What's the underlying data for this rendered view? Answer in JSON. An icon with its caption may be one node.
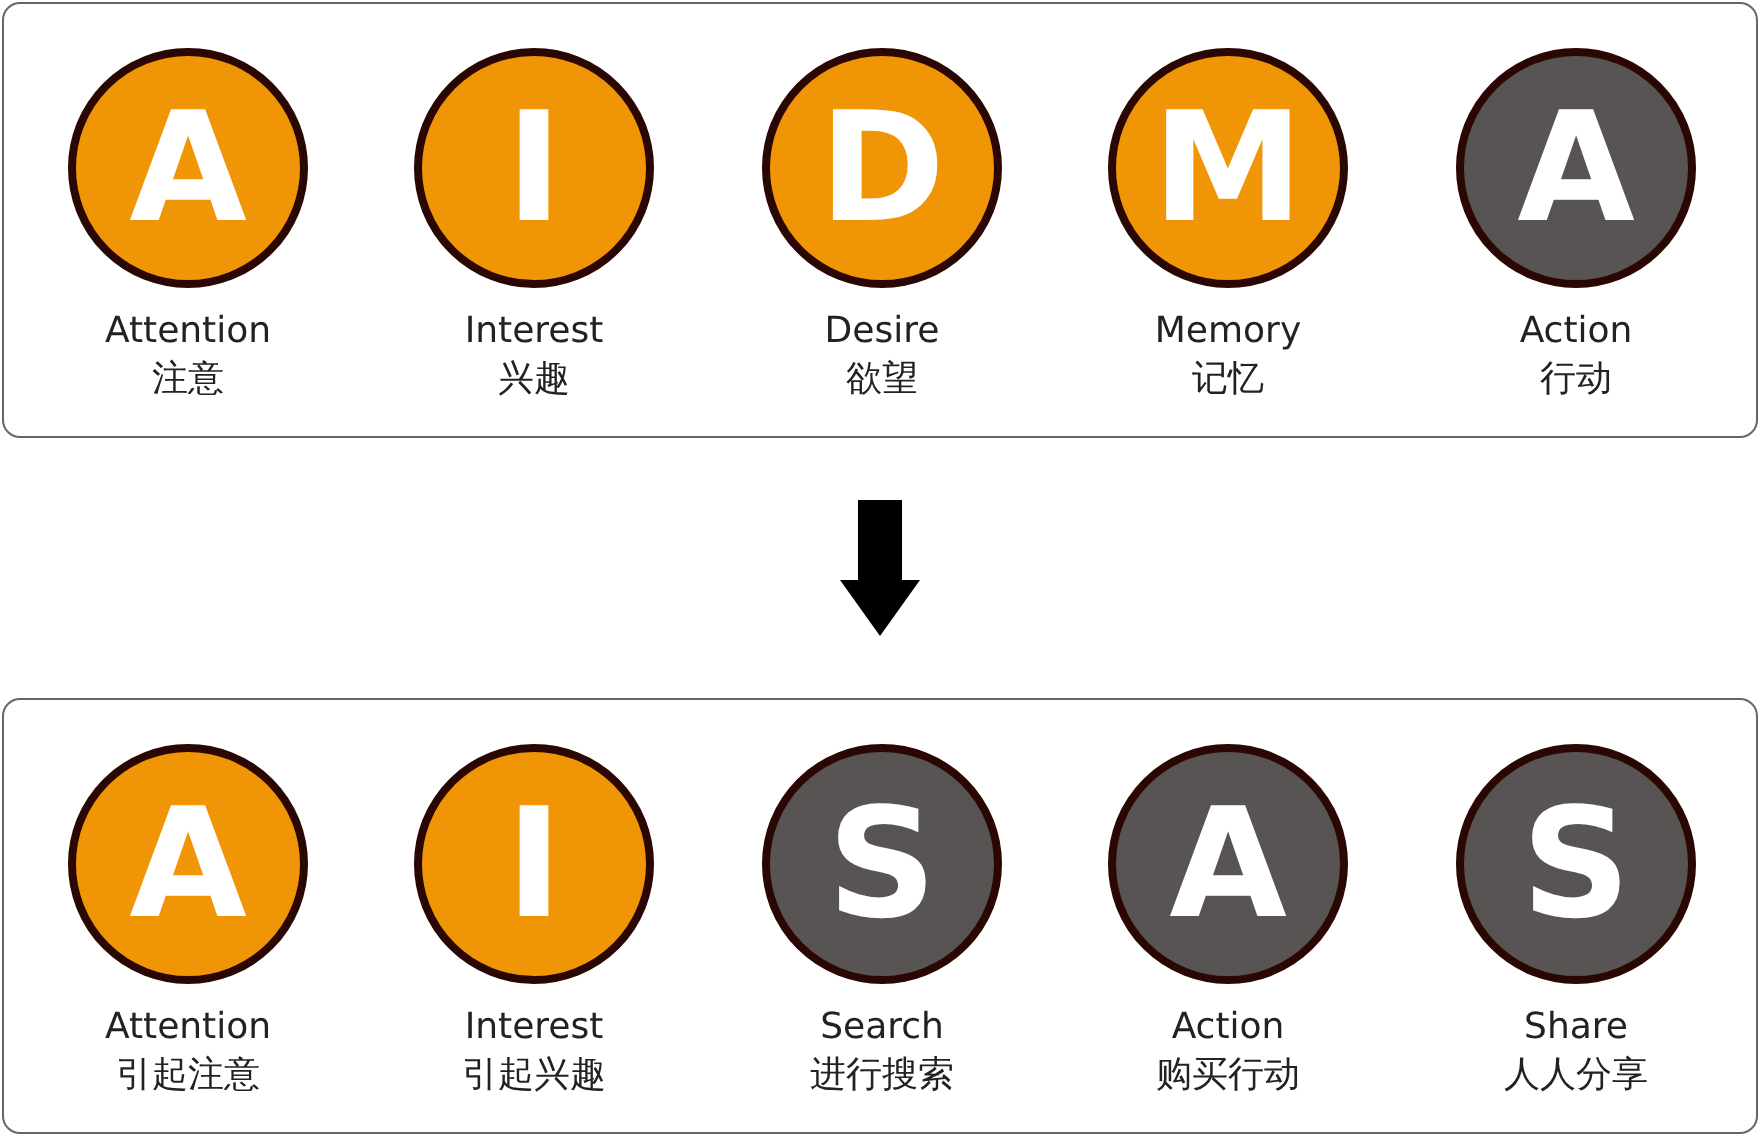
{
  "diagram": {
    "nodes": [
      {
        "text": [],
        "shape": "box"
      },
      {
        "text": [
          "A"
        ],
        "in": 0,
        "beside": [
          "Attention",
          "注意"
        ]
      },
      {
        "text": [
          "I"
        ],
        "in": 0,
        "beside": [
          "Interest",
          "兴趣"
        ]
      },
      {
        "text": [
          "D"
        ],
        "in": 0,
        "beside": [
          "Desire",
          "欲望"
        ]
      },
      {
        "text": [
          "M"
        ],
        "in": 0,
        "beside": [
          "Memory",
          "记忆"
        ]
      },
      {
        "text": [
          "A"
        ],
        "in": 0,
        "beside": [
          "Action",
          "行动"
        ]
      },
      {
        "text": [],
        "shape": "box"
      },
      {
        "text": [
          "A"
        ],
        "in": 6,
        "beside": [
          "Attention",
          "引起注意"
        ]
      },
      {
        "text": [
          "I"
        ],
        "in": 6,
        "beside": [
          "Interest",
          "引起兴趣"
        ]
      },
      {
        "text": [
          "S"
        ],
        "in": 6,
        "beside": [
          "Search",
          "进行搜索"
        ]
      },
      {
        "text": [
          "A"
        ],
        "in": 6,
        "beside": [
          "Action",
          "购买行动"
        ]
      },
      {
        "text": [
          "S"
        ],
        "in": 6,
        "beside": [
          "Share",
          "人人分享"
        ]
      }
    ],
    "edges": [
      {
        "from": 0,
        "to": 6,
        "arrow": "to"
      }
    ]
  }
}
